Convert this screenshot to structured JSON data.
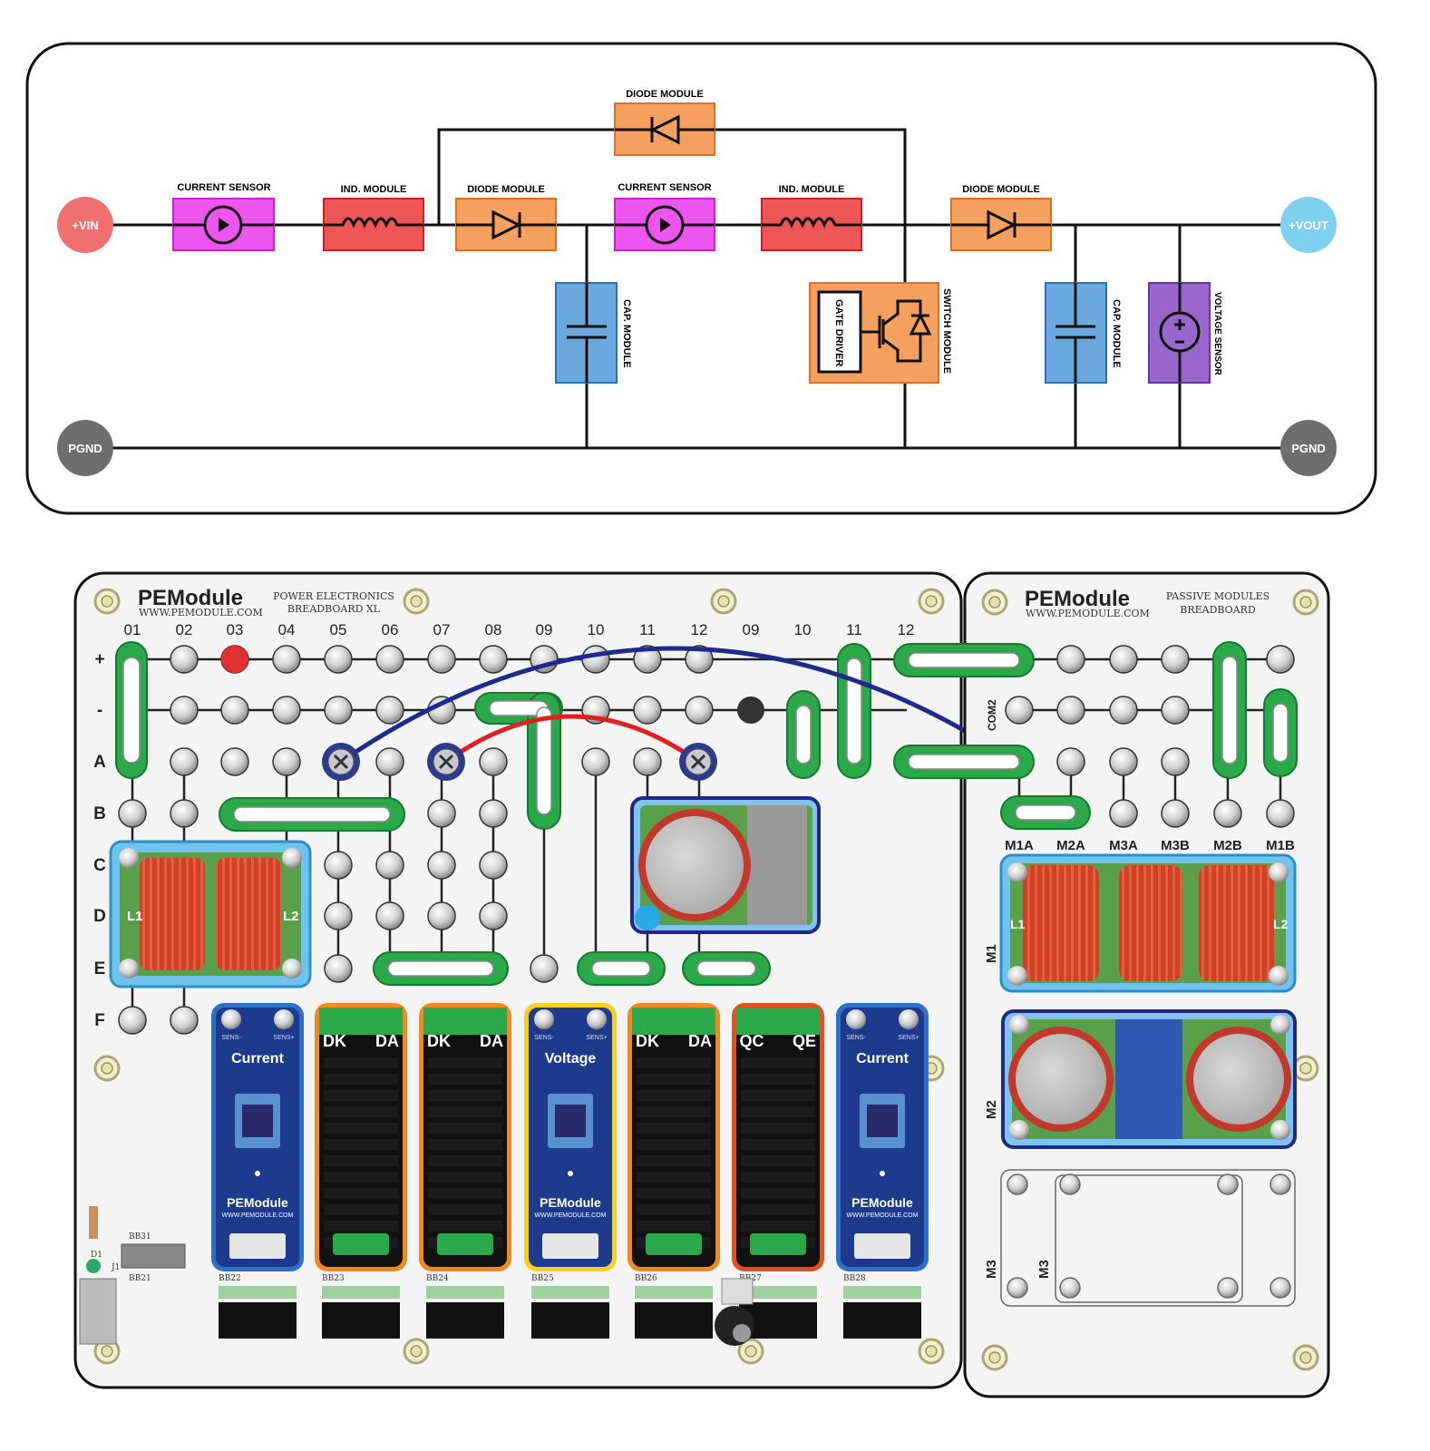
{
  "schematic": {
    "nodes": {
      "vin": "+VIN",
      "vout": "+VOUT",
      "pgnd_left": "PGND",
      "pgnd_right": "PGND"
    },
    "modules": {
      "current_sensor_1": "CURRENT SENSOR",
      "ind_module_1": "IND. MODULE",
      "diode_module_1": "DIODE MODULE",
      "diode_module_top": "DIODE MODULE",
      "current_sensor_2": "CURRENT SENSOR",
      "ind_module_2": "IND. MODULE",
      "diode_module_2": "DIODE MODULE",
      "cap_module_1": "CAP. MODULE",
      "switch_module": "SWITCH MODULE",
      "gate_driver": "GATE DRIVER",
      "cap_module_2": "CAP. MODULE",
      "voltage_sensor": "VOLTAGE SENSOR"
    },
    "colors": {
      "vin": "#f07070",
      "vout": "#7fd0ef",
      "pgnd": "#6e6e6e",
      "current_sensor": "#ee55ee",
      "ind_module": "#ee5555",
      "diode_module": "#f5a060",
      "cap_module": "#6aa8dd",
      "switch_module": "#f5a060",
      "voltage_sensor": "#9966cc"
    }
  },
  "breadboard_xl": {
    "brand": "PEModule",
    "url": "WWW.PEMODULE.COM",
    "title_line1": "POWER ELECTRONICS",
    "title_line2": "BREADBOARD XL",
    "columns": [
      "01",
      "02",
      "03",
      "04",
      "05",
      "06",
      "07",
      "08",
      "09",
      "10",
      "11",
      "12"
    ],
    "rows": [
      "+",
      "-",
      "A",
      "B",
      "C",
      "D",
      "E",
      "F"
    ],
    "inductor_labels": [
      "L1",
      "L2"
    ],
    "modules": [
      {
        "id": "current-1",
        "title": "Current",
        "pins": [
          "SENS-",
          "SENS+"
        ],
        "brand": "PEModule",
        "url": "WWW.PEMODULE.COM",
        "chip": "BB22"
      },
      {
        "id": "diode-1",
        "pins": [
          "DK",
          "DA"
        ],
        "chip": "BB23"
      },
      {
        "id": "diode-2",
        "pins": [
          "DK",
          "DA"
        ],
        "chip": "BB24"
      },
      {
        "id": "voltage",
        "title": "Voltage",
        "pins": [
          "SENS-",
          "SENS+"
        ],
        "brand": "PEModule",
        "url": "WWW.PEMODULE.COM",
        "chip": "BB25"
      },
      {
        "id": "diode-3",
        "pins": [
          "DK",
          "DA"
        ],
        "chip": "BB26"
      },
      {
        "id": "switch",
        "pins": [
          "QC",
          "QE"
        ],
        "chip": "BB27"
      },
      {
        "id": "current-2",
        "title": "Current",
        "pins": [
          "SENS-",
          "SENS+"
        ],
        "brand": "PEModule",
        "url": "WWW.PEMODULE.COM",
        "chip": "BB28"
      }
    ],
    "bottom_labels": [
      "BB31",
      "BB21",
      "D1",
      "J1"
    ]
  },
  "passive_breadboard": {
    "brand": "PEModule",
    "url": "WWW.PEMODULE.COM",
    "title_line1": "PASSIVE MODULES",
    "title_line2": "BREADBOARD",
    "columns": [
      "09",
      "10",
      "11",
      "12"
    ],
    "com_label": "COM2",
    "slot_labels": [
      "M1A",
      "M2A",
      "M3A",
      "M3B",
      "M2B",
      "M1B"
    ],
    "inductor_tags": [
      "L1",
      "L2"
    ],
    "side_labels": [
      "M1",
      "M2",
      "M3",
      "M3"
    ]
  }
}
